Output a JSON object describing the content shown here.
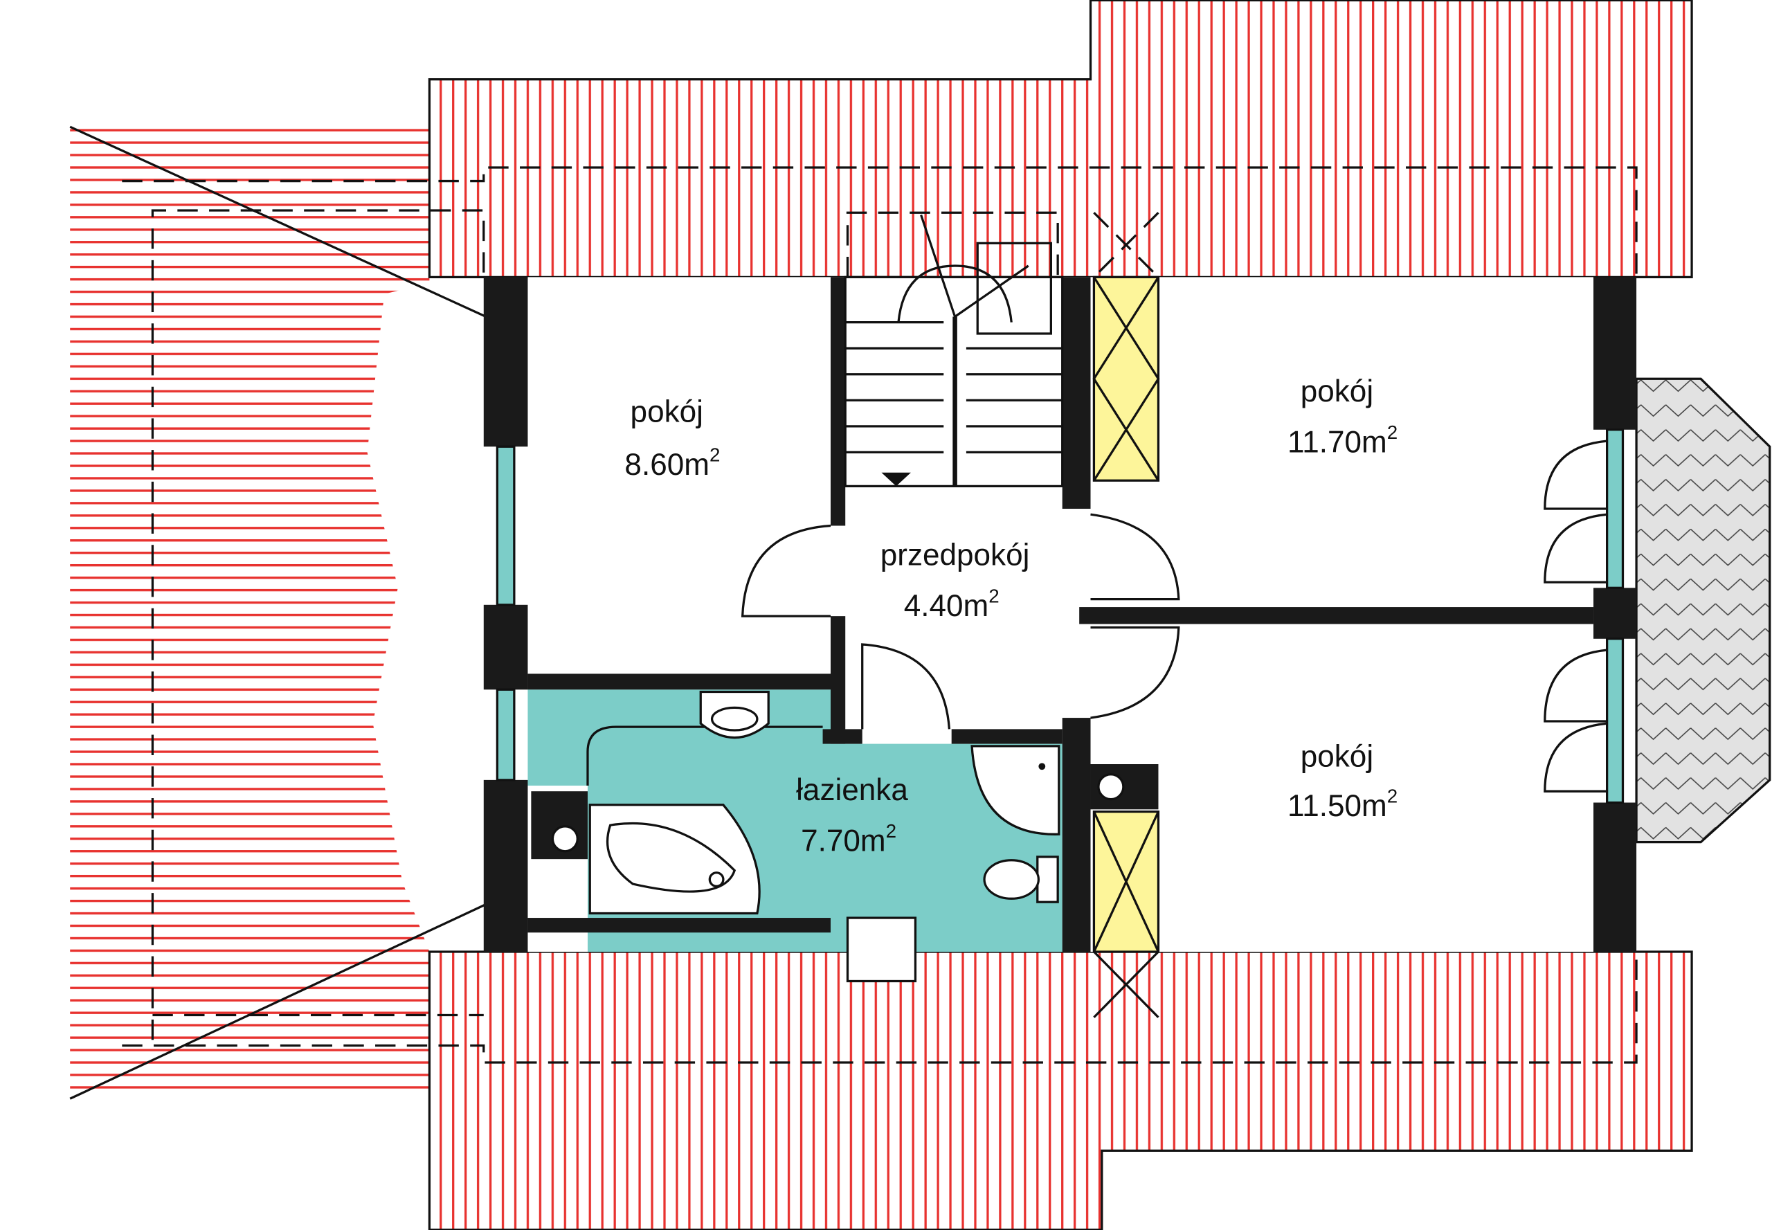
{
  "title": "Attic floor plan",
  "colors": {
    "roof_hatch": "#e8322f",
    "bathroom": "#7ccdc8",
    "chimney": "#fdf59a",
    "window_glass": "#7ccdc8",
    "balcony": "#e2e2e2",
    "wall": "#1a1a1a"
  },
  "rooms": [
    {
      "name": "pokój",
      "area": "8.60m",
      "sup": "2"
    },
    {
      "name": "przedpokój",
      "area": "4.40m",
      "sup": "2"
    },
    {
      "name": "pokój",
      "area": "11.70m",
      "sup": "2"
    },
    {
      "name": "łazienka",
      "area": "7.70m",
      "sup": "2"
    },
    {
      "name": "pokój",
      "area": "11.50m",
      "sup": "2"
    }
  ]
}
